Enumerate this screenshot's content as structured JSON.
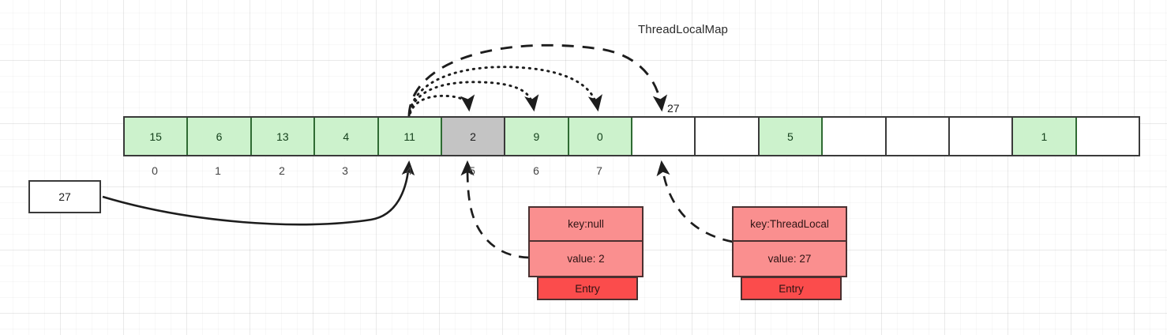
{
  "diagram": {
    "title": "ThreadLocalMap",
    "hash_label": "27"
  },
  "input_box": {
    "value": "27"
  },
  "array": {
    "length": 16,
    "cells": [
      {
        "value": "15",
        "state": "green"
      },
      {
        "value": "6",
        "state": "green"
      },
      {
        "value": "13",
        "state": "green"
      },
      {
        "value": "4",
        "state": "green"
      },
      {
        "value": "11",
        "state": "green"
      },
      {
        "value": "2",
        "state": "gray"
      },
      {
        "value": "9",
        "state": "green"
      },
      {
        "value": "0",
        "state": "green"
      },
      {
        "value": "",
        "state": "empty"
      },
      {
        "value": "",
        "state": "empty"
      },
      {
        "value": "5",
        "state": "green"
      },
      {
        "value": "",
        "state": "empty"
      },
      {
        "value": "",
        "state": "empty"
      },
      {
        "value": "",
        "state": "empty"
      },
      {
        "value": "1",
        "state": "green"
      },
      {
        "value": "",
        "state": "empty"
      }
    ],
    "index_labels": [
      "0",
      "1",
      "2",
      "3",
      "4",
      "5",
      "6",
      "7"
    ]
  },
  "entries": [
    {
      "id": "entry-left",
      "key": "key:null",
      "value": "value: 2",
      "tag": "Entry"
    },
    {
      "id": "entry-right",
      "key": "key:ThreadLocal",
      "value": "value: 27",
      "tag": "Entry"
    }
  ],
  "colors": {
    "cell_green": "#ccf2cc",
    "cell_green_border": "#2f6b33",
    "cell_gray": "#c4c4c4",
    "entry_kv": "#fa8f8f",
    "entry_tag": "#fb4c4c",
    "stroke": "#1d1d1d"
  }
}
